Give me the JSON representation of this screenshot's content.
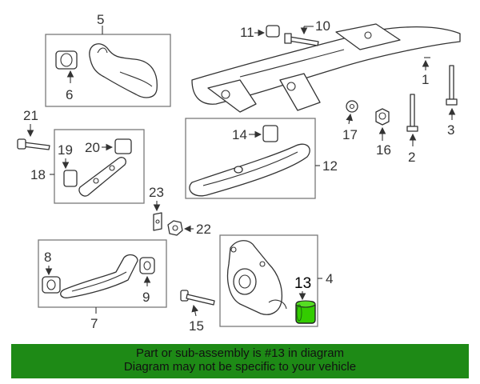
{
  "diagram": {
    "callouts": {
      "c1": "1",
      "c2": "2",
      "c3": "3",
      "c4": "4",
      "c5": "5",
      "c6": "6",
      "c7": "7",
      "c8": "8",
      "c9": "9",
      "c10": "10",
      "c11": "11",
      "c12": "12",
      "c13": "13",
      "c14": "14",
      "c15": "15",
      "c16": "16",
      "c17": "17",
      "c18": "18",
      "c19": "19",
      "c20": "20",
      "c21": "21",
      "c22": "22",
      "c23": "23"
    },
    "highlighted_part": "13",
    "highlight_color": "#33cc00"
  },
  "banner": {
    "line1": "Part or sub-assembly is #13 in diagram",
    "line2": "Diagram may not be specific to your vehicle",
    "background": "#1e8a16"
  }
}
